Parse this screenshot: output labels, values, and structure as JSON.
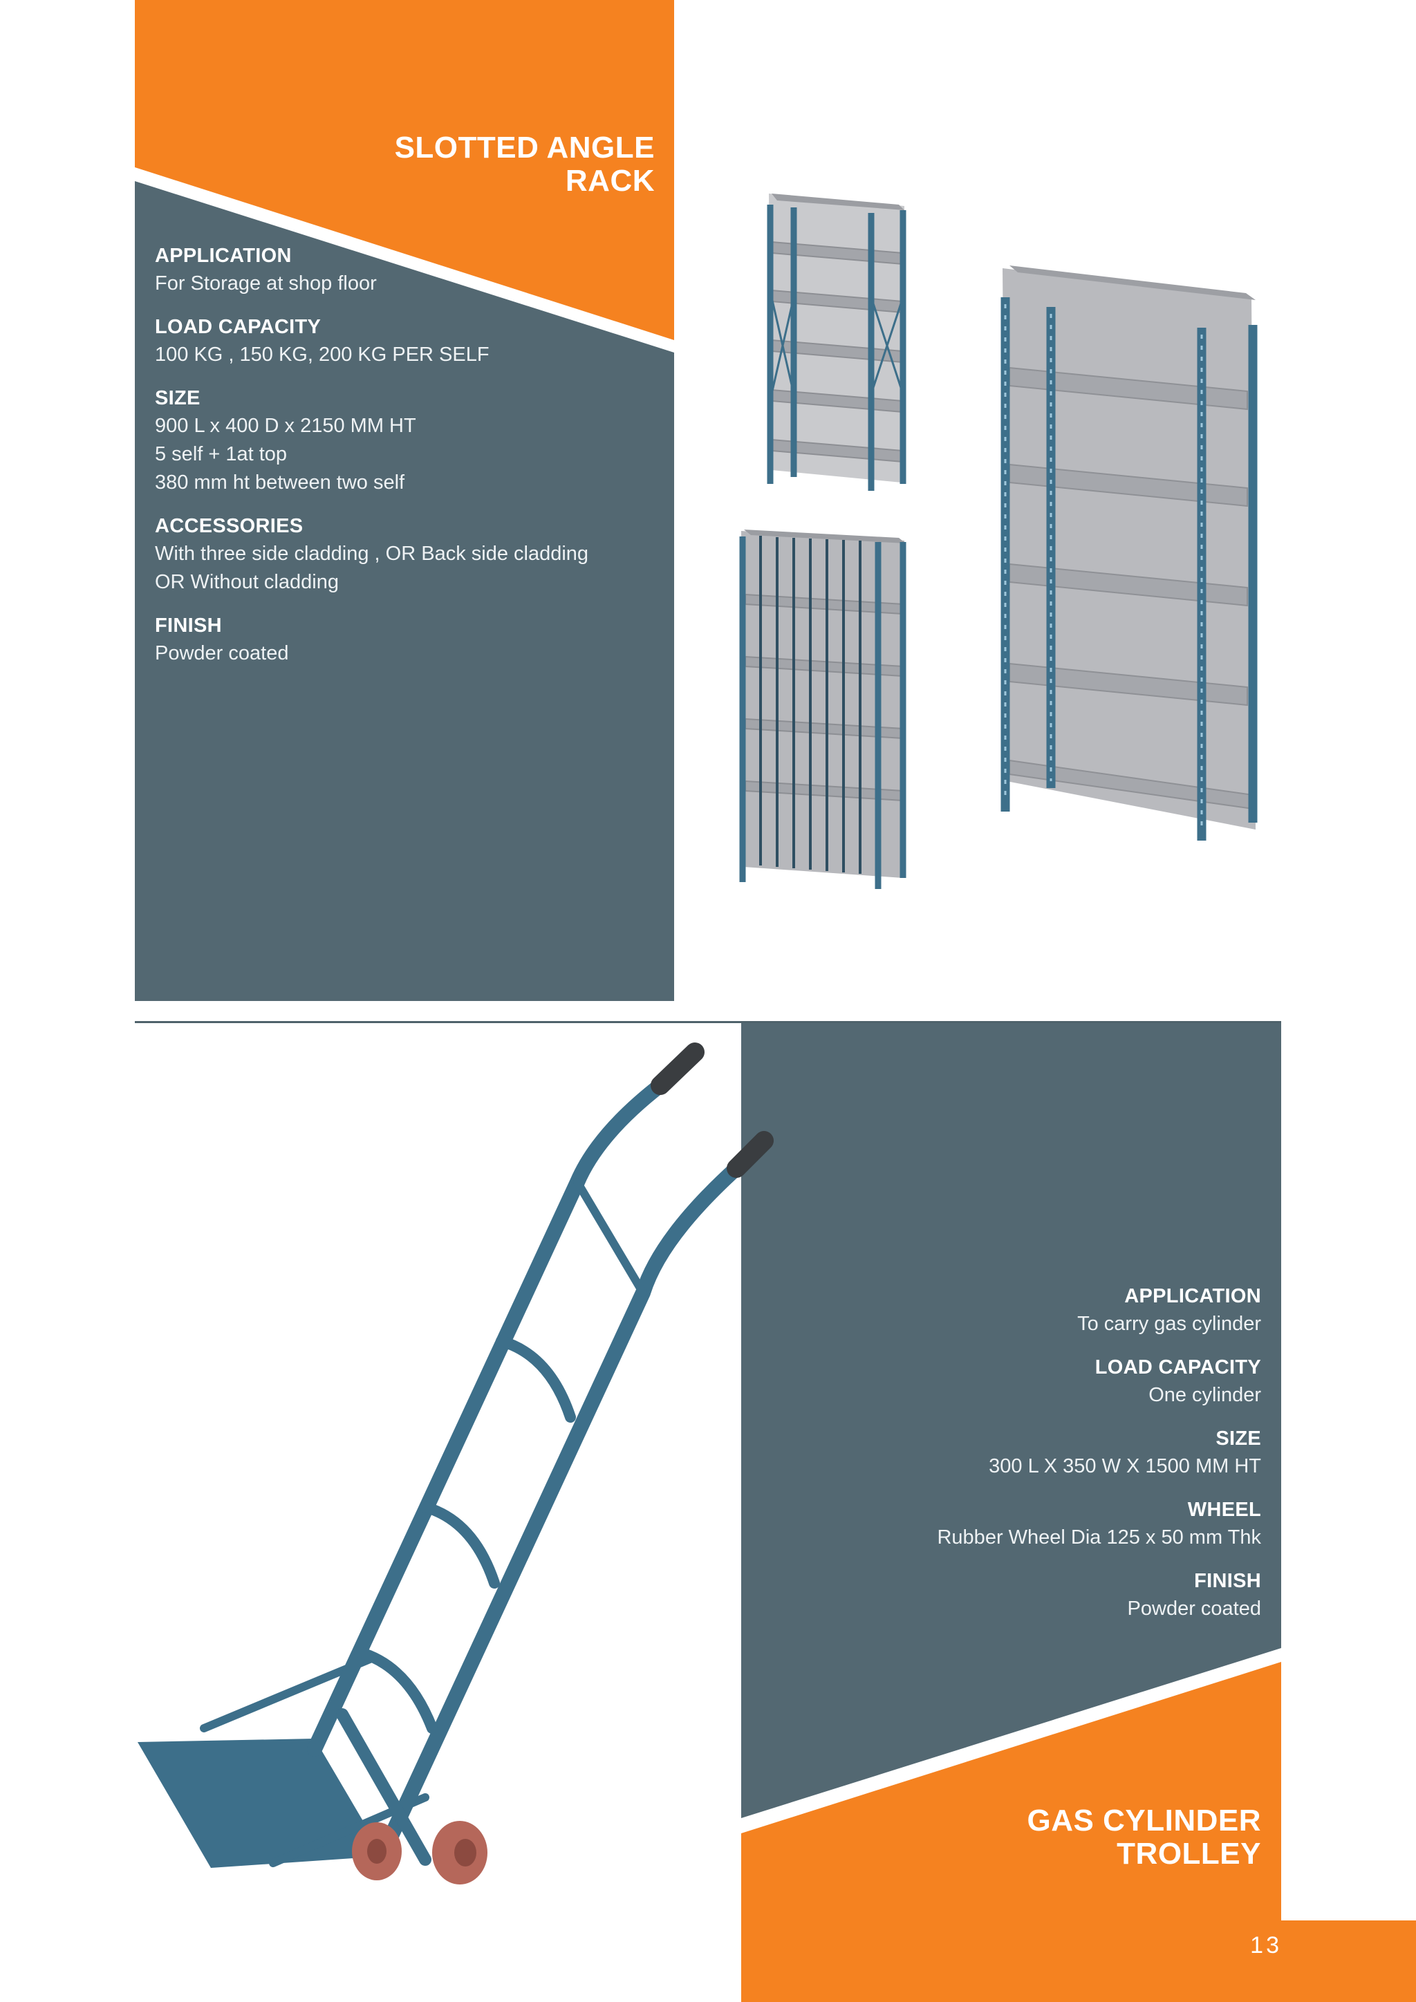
{
  "colors": {
    "orange": "#f58220",
    "slate": "#536872",
    "steel_blue": "#3d6f8a",
    "shelf_gray": "#a7a9ae",
    "wheel": "#b5675a"
  },
  "top": {
    "title_line1": "SLOTTED ANGLE",
    "title_line2": "RACK",
    "specs": [
      {
        "label": "APPLICATION",
        "lines": [
          "For Storage at shop floor"
        ]
      },
      {
        "label": "LOAD CAPACITY",
        "lines": [
          "100 KG , 150 KG, 200 KG PER SELF"
        ]
      },
      {
        "label": "SIZE",
        "lines": [
          "900 L x 400 D x 2150 MM HT",
          "5 self + 1at top",
          "380 mm ht between two self"
        ]
      },
      {
        "label": "ACCESSORIES",
        "lines": [
          "With three side cladding , OR Back side cladding",
          "OR Without cladding"
        ]
      },
      {
        "label": "FINISH",
        "lines": [
          "Powder coated"
        ]
      }
    ]
  },
  "bottom": {
    "title_line1": "GAS CYLINDER",
    "title_line2": "TROLLEY",
    "specs": [
      {
        "label": "APPLICATION",
        "lines": [
          "To carry gas cylinder"
        ]
      },
      {
        "label": "LOAD CAPACITY",
        "lines": [
          "One cylinder"
        ]
      },
      {
        "label": "SIZE",
        "lines": [
          "300 L X 350 W X 1500 MM HT"
        ]
      },
      {
        "label": "WHEEL",
        "lines": [
          "Rubber Wheel Dia 125 x 50 mm Thk"
        ]
      },
      {
        "label": "FINISH",
        "lines": [
          "Powder coated"
        ]
      }
    ]
  },
  "page_number": "13"
}
